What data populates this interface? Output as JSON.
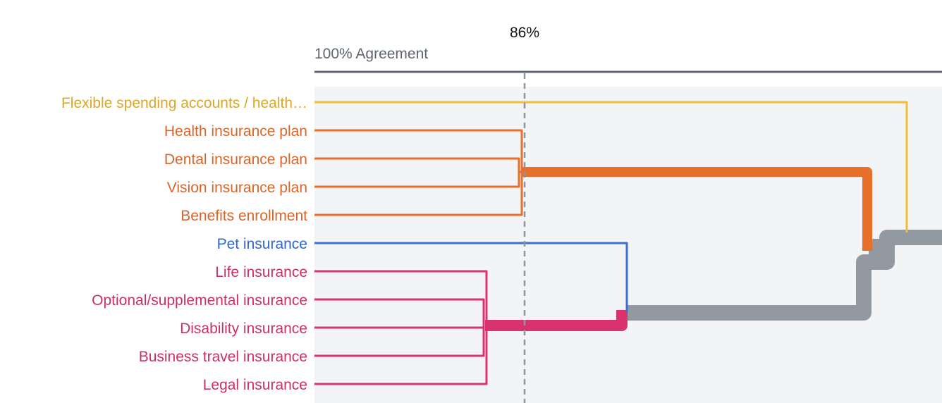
{
  "header": {
    "threshold_label": "86%",
    "axis_label": "100% Agreement"
  },
  "threshold": {
    "value_percent": 86
  },
  "items": [
    {
      "label": "Flexible spending accounts / health…",
      "group": "yellow"
    },
    {
      "label": "Health insurance plan",
      "group": "orange"
    },
    {
      "label": "Dental insurance plan",
      "group": "orange"
    },
    {
      "label": "Vision insurance plan",
      "group": "orange"
    },
    {
      "label": "Benefits enrollment",
      "group": "orange"
    },
    {
      "label": "Pet insurance",
      "group": "blue"
    },
    {
      "label": "Life insurance",
      "group": "pink"
    },
    {
      "label": "Optional/supplemental insurance",
      "group": "pink"
    },
    {
      "label": "Disability insurance",
      "group": "pink"
    },
    {
      "label": "Business travel insurance",
      "group": "pink"
    },
    {
      "label": "Legal insurance",
      "group": "pink"
    }
  ],
  "colors": {
    "yellow": "#F0BE3A",
    "orange": "#E8702A",
    "blue": "#3B6FD4",
    "pink": "#D8336F",
    "gray": "#9299A0",
    "axis": "#5F6670",
    "threshold_line": "#8D96A0",
    "plot_background": "#F3F4F6",
    "label_yellow": "#D9A82B",
    "label_orange": "#D9652A",
    "label_blue": "#2F66CF",
    "label_pink": "#C93068"
  }
}
